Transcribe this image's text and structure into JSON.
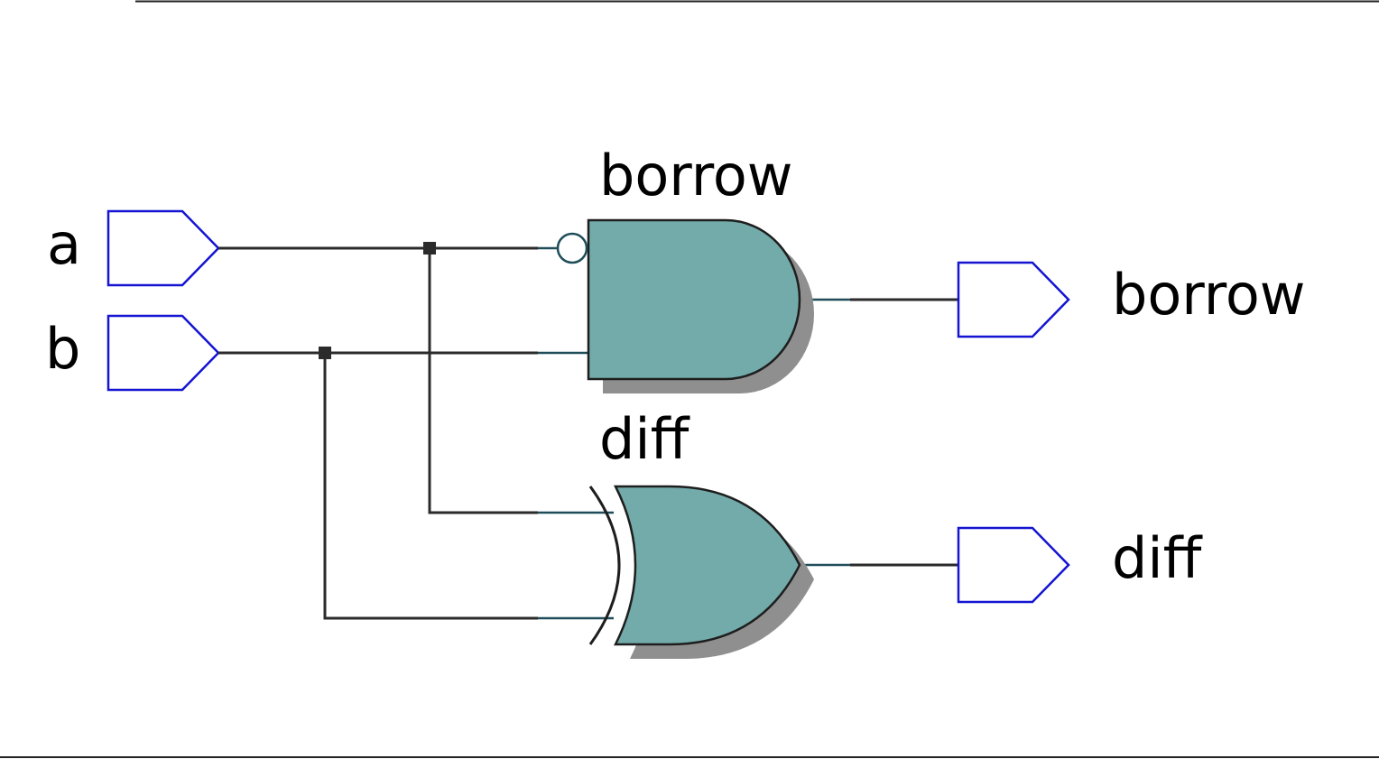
{
  "inputs": [
    {
      "name": "a"
    },
    {
      "name": "b"
    }
  ],
  "gates": [
    {
      "type": "AND",
      "label": "borrow",
      "inverted_input": "a"
    },
    {
      "type": "XOR",
      "label": "diff"
    }
  ],
  "outputs": [
    {
      "name": "borrow"
    },
    {
      "name": "diff"
    }
  ],
  "colors": {
    "port_stroke": "#1414d2",
    "gate_fill": "#72abaa",
    "wire": "#2b2b2b",
    "gate_shadow": "#8f8f8f"
  }
}
